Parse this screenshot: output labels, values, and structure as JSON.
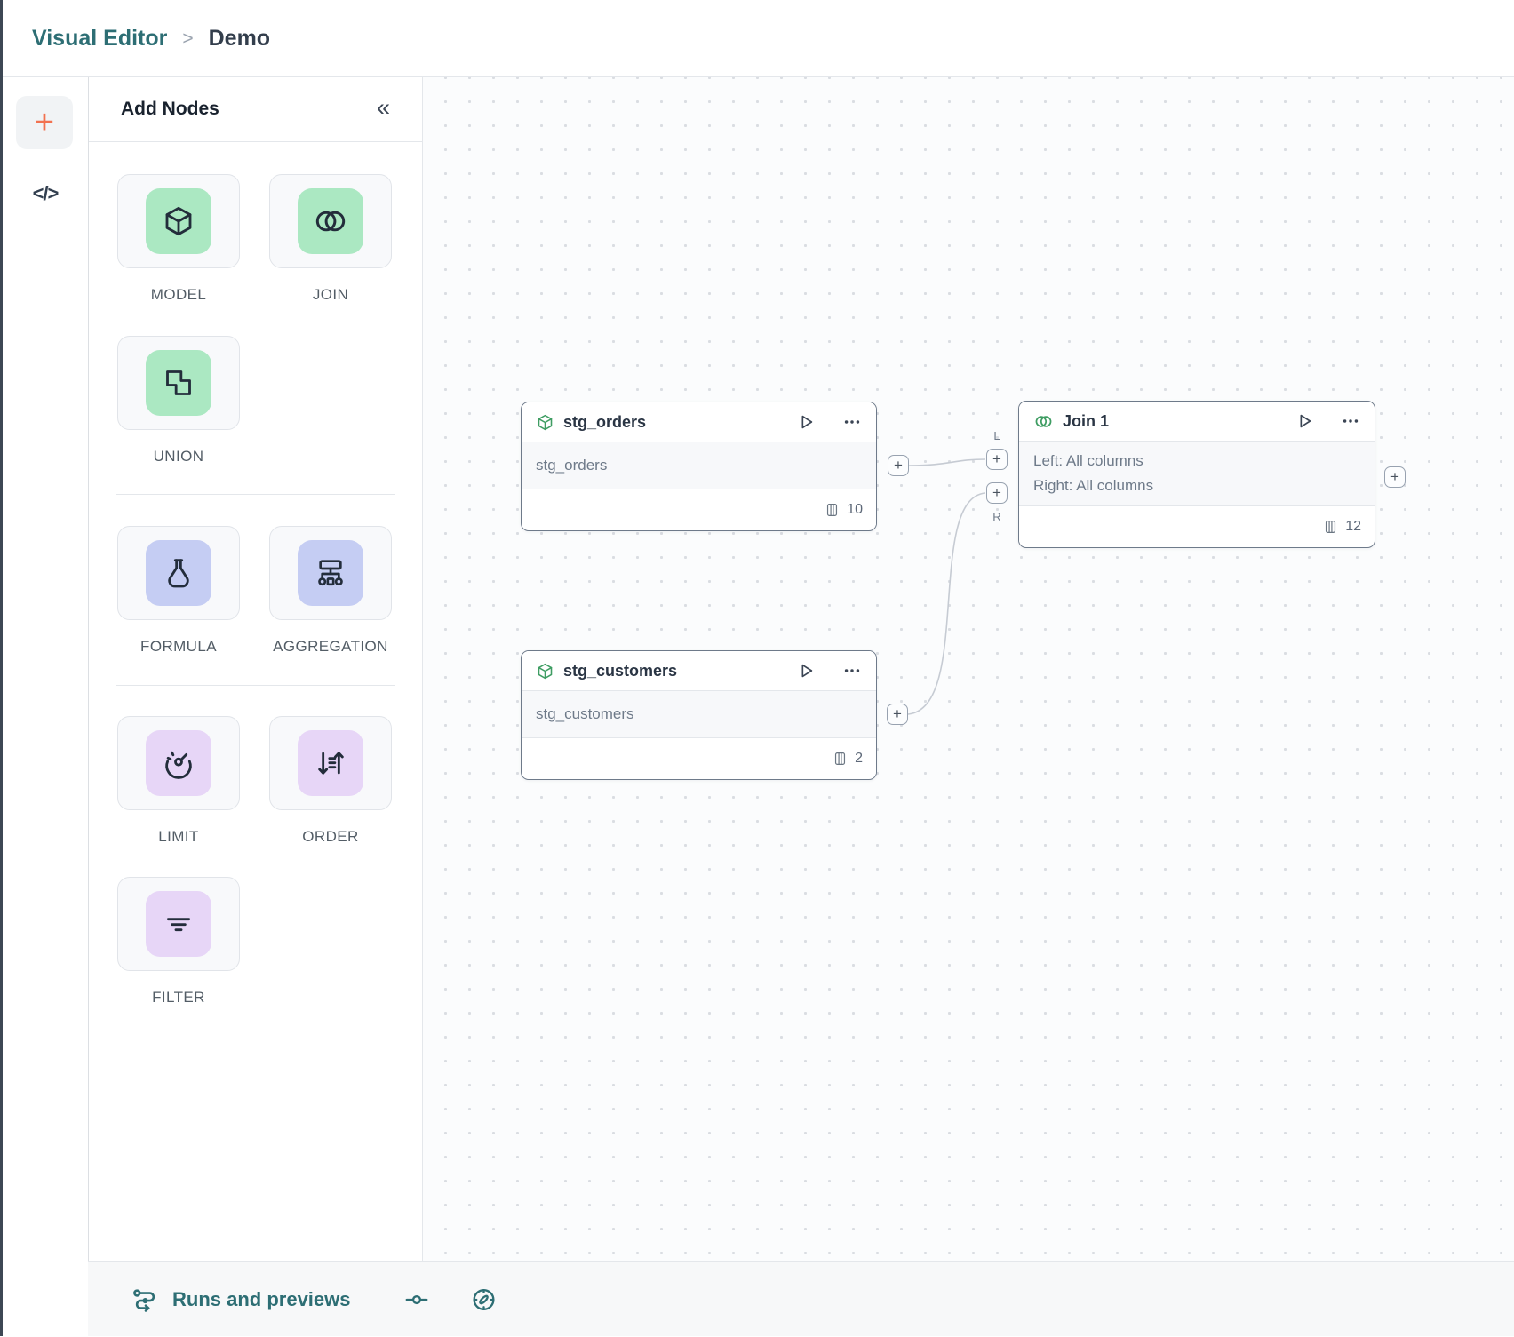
{
  "breadcrumb": {
    "app": "Visual Editor",
    "separator": ">",
    "page": "Demo"
  },
  "rail": {
    "add": "+",
    "code": "</>"
  },
  "panel": {
    "title": "Add Nodes",
    "collapse": "«"
  },
  "palette": {
    "items": [
      {
        "id": "model",
        "label": "MODEL",
        "icon": "cube-icon",
        "group": "green"
      },
      {
        "id": "join",
        "label": "JOIN",
        "icon": "join-icon",
        "group": "green"
      },
      {
        "id": "union",
        "label": "UNION",
        "icon": "union-icon",
        "group": "green"
      },
      {
        "id": "formula",
        "label": "FORMULA",
        "icon": "flask-icon",
        "group": "blue"
      },
      {
        "id": "aggregation",
        "label": "AGGREGATION",
        "icon": "sitemap-icon",
        "group": "blue"
      },
      {
        "id": "limit",
        "label": "LIMIT",
        "icon": "gauge-icon",
        "group": "purple"
      },
      {
        "id": "order",
        "label": "ORDER",
        "icon": "sort-icon",
        "group": "purple"
      },
      {
        "id": "filter",
        "label": "FILTER",
        "icon": "filter-icon",
        "group": "purple"
      }
    ]
  },
  "nodes": [
    {
      "id": "stg_orders",
      "type": "model",
      "title": "stg_orders",
      "body_rows": [
        "stg_orders"
      ],
      "column_count": "10"
    },
    {
      "id": "stg_customers",
      "type": "model",
      "title": "stg_customers",
      "body_rows": [
        "stg_customers"
      ],
      "column_count": "2"
    },
    {
      "id": "join1",
      "type": "join",
      "title": "Join 1",
      "body_rows": [
        "Left: All columns",
        "Right: All columns"
      ],
      "column_count": "12"
    }
  ],
  "connectors": {
    "plus": "+",
    "left_port_label": "L",
    "right_port_label": "R"
  },
  "statusbar": {
    "runs_label": "Runs and previews"
  },
  "colors": {
    "teal": "#2d6e74",
    "orange": "#f2714f",
    "node_icon_green": "#3f9d63",
    "tile_green": "#abe8c2",
    "tile_blue": "#c5cdf3",
    "tile_purple": "#e7d6f7",
    "node_border": "#6e7a8a",
    "canvas_dot": "#dadde2"
  }
}
